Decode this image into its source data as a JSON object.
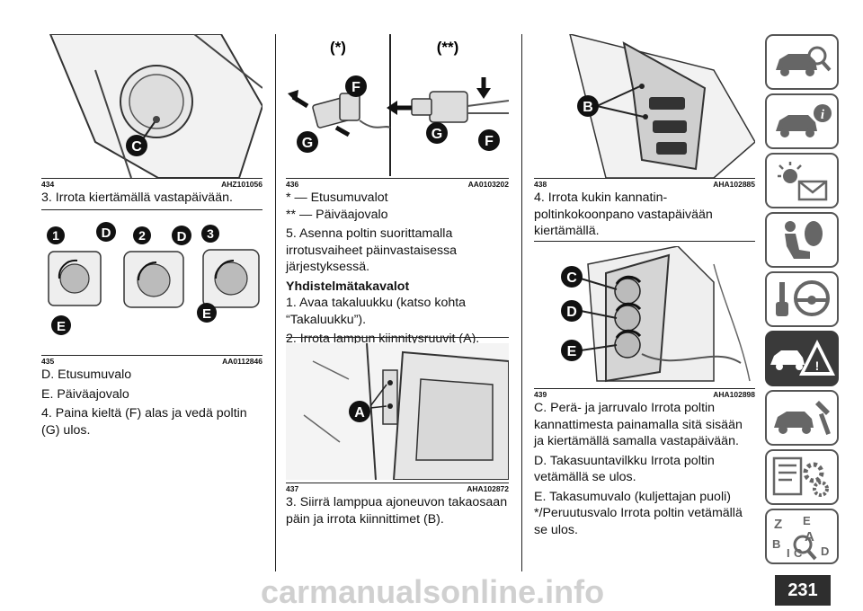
{
  "columns": [
    {
      "figures": [
        {
          "num": "434",
          "code": "AHZ101056"
        },
        {
          "num": "435",
          "code": "AA0112846"
        }
      ],
      "text1": [
        "3. Irrota kiertämällä vastapäivään."
      ],
      "text2": [
        "D. Etusumuvalo",
        "E. Päiväajovalo",
        "4. Paina kieltä (F) alas ja vedä poltin (G) ulos."
      ]
    },
    {
      "figures": [
        {
          "num": "436",
          "code": "AA0103202"
        },
        {
          "num": "437",
          "code": "AHA102872"
        }
      ],
      "text1": [
        "* — Etusumuvalot",
        "** — Päiväajovalo",
        "5. Asenna poltin suorittamalla irrotusvaiheet päinvastaisessa järjestyksessä."
      ],
      "heading": "Yhdistelmätakavalot",
      "text1b": [
        "1. Avaa takaluukku (katso kohta “Takaluukku”).",
        "2. Irrota lampun kiinnitysruuvit (A)."
      ],
      "text2": [
        "3. Siirrä lamppua ajoneuvon takaosaan päin ja irrota kiinnittimet (B)."
      ]
    },
    {
      "figures": [
        {
          "num": "438",
          "code": "AHA102885"
        },
        {
          "num": "439",
          "code": "AHA102898"
        }
      ],
      "text1": [
        "4. Irrota kukin kannatin-poltinkokoonpano vastapäivään kiertämällä."
      ],
      "text2": [
        "C. Perä- ja jarruvalo Irrota poltin kannattimesta painamalla sitä sisään ja kiertämällä samalla vastapäivään.",
        "D. Takasuuntavilkku Irrota poltin vetämällä se ulos.",
        "E. Takasumuvalo (kuljettajan puoli)",
        "*/Peruutusvalo Irrota poltin vetämällä se ulos."
      ]
    }
  ],
  "figure_labels": {
    "f434": [
      "C"
    ],
    "f435": [
      "1",
      "D",
      "2",
      "D",
      "3",
      "E",
      "E"
    ],
    "f436_headers": [
      "(*)",
      "(**)"
    ],
    "f436": [
      "F",
      "G",
      "G",
      "F"
    ],
    "f437": [
      "A"
    ],
    "f438": [
      "B"
    ],
    "f439": [
      "C",
      "D",
      "E"
    ]
  },
  "sidebar": {
    "tabs": [
      "car-search-icon",
      "car-info-icon",
      "warning-lights-icon",
      "airbag-seat-icon",
      "key-steering-icon",
      "breakdown-warning-icon",
      "car-service-icon",
      "specs-gear-icon",
      "index-icon"
    ],
    "active_index": 5
  },
  "page_number": "231",
  "watermark": "carmanualsonline.info"
}
